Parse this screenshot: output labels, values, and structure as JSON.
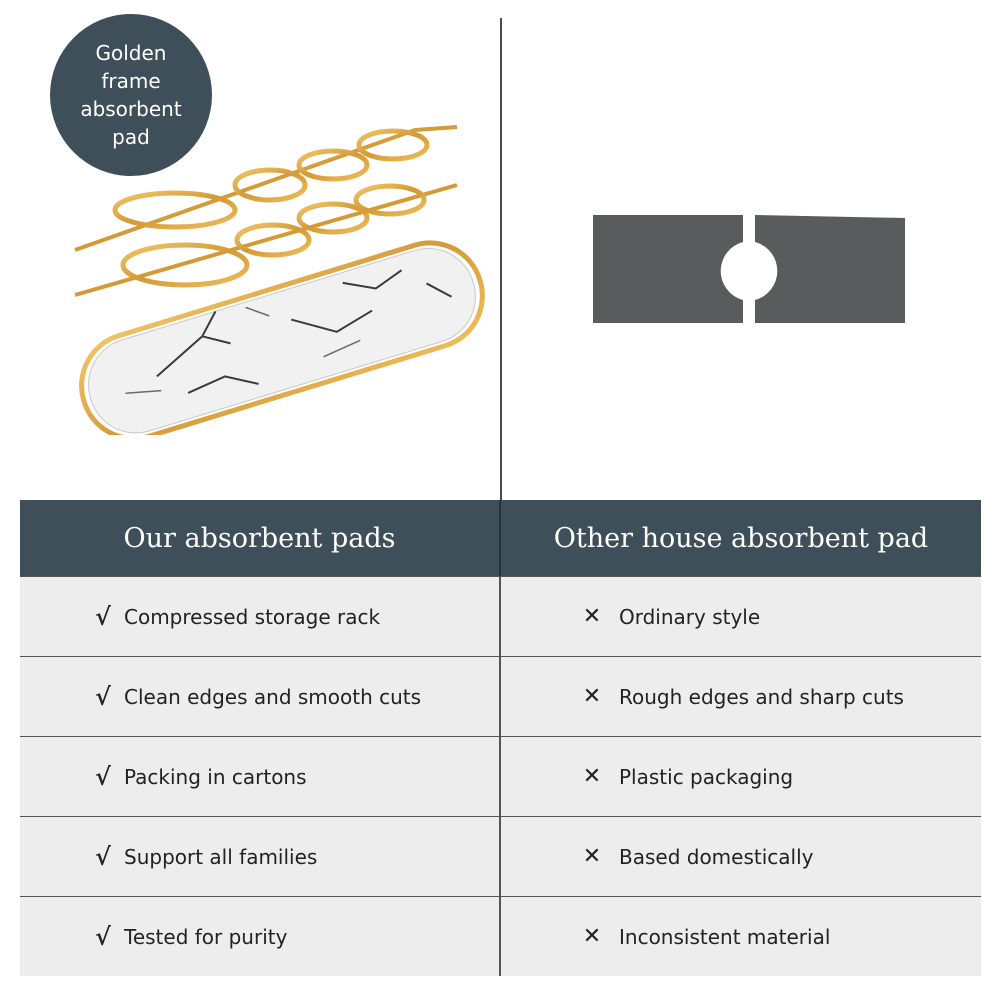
{
  "badge": {
    "text": "Golden frame absorbent pad"
  },
  "table": {
    "header_left": "Our absorbent pads",
    "header_right": "Other house absorbent pad",
    "rows": [
      {
        "ours": "Compressed storage rack",
        "theirs": "Ordinary style"
      },
      {
        "ours": "Clean edges and smooth cuts",
        "theirs": "Rough edges and sharp cuts"
      },
      {
        "ours": "Packing in cartons",
        "theirs": "Plastic packaging"
      },
      {
        "ours": "Support all families",
        "theirs": "Based domestically"
      },
      {
        "ours": "Tested for purity",
        "theirs": "Inconsistent material"
      }
    ]
  },
  "icons": {
    "ours_mark": "check-icon",
    "theirs_mark": "cross-icon"
  },
  "colors": {
    "header_bg": "#3e4f5a",
    "row_bg": "#ededee",
    "gold": "#d9a441",
    "pad_gray": "#595b5d"
  }
}
